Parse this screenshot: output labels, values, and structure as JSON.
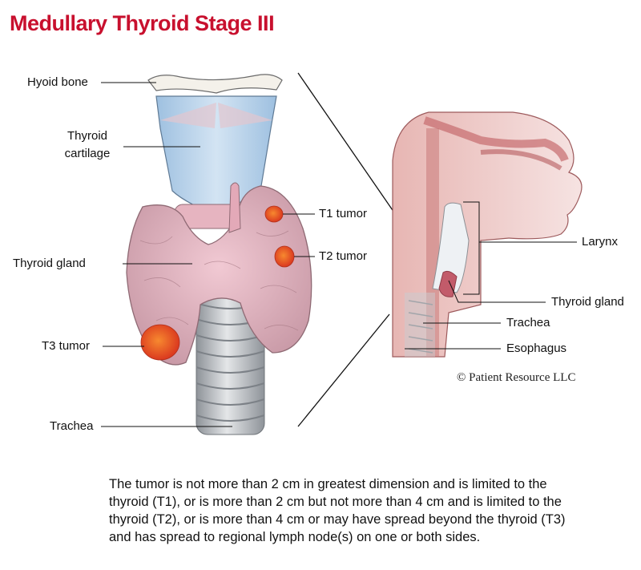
{
  "title": "Medullary Thyroid Stage III",
  "labels": {
    "hyoid_bone": "Hyoid bone",
    "thyroid_cartilage_line1": "Thyroid",
    "thyroid_cartilage_line2": "cartilage",
    "thyroid_gland": "Thyroid gland",
    "t3_tumor": "T3 tumor",
    "trachea": "Trachea",
    "t1_tumor": "T1 tumor",
    "t2_tumor": "T2 tumor",
    "larynx": "Larynx",
    "side_thyroid_gland": "Thyroid gland",
    "side_trachea": "Trachea",
    "esophagus": "Esophagus"
  },
  "copyright": "© Patient Resource LLC",
  "caption": "The tumor is not more than 2 cm in greatest dimension and is limited to the thyroid (T1), or is more than 2 cm but not more than 4 cm and is limited to the thyroid (T2), or is more than 4 cm or may have spread beyond the thyroid (T3) and has spread to regional lymph node(s) on one or both sides.",
  "colors": {
    "title": "#c8102e",
    "cartilage": "#b9d3ea",
    "gland": "#e9b7c4",
    "tumor": "#f0552a",
    "trachea": "#b8bcc0"
  }
}
